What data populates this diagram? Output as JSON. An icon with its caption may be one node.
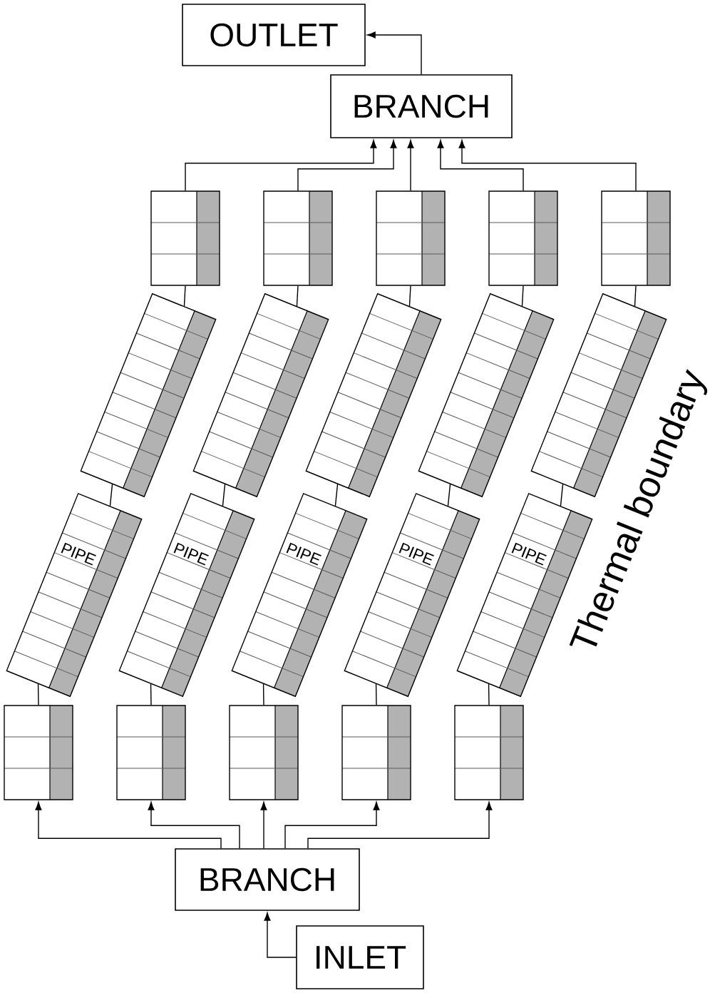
{
  "diagram": {
    "nodes": [
      {
        "text": [
          "OUTLET"
        ]
      },
      {
        "text": [
          "BRANCH"
        ]
      },
      {
        "text": [],
        "shape": "box"
      },
      {
        "text": [],
        "shape": "box"
      },
      {
        "text": [],
        "shape": "box"
      },
      {
        "text": [],
        "shape": "box"
      },
      {
        "text": [],
        "shape": "box"
      },
      {
        "text": [],
        "shape": "box"
      },
      {
        "text": [],
        "shape": "box"
      },
      {
        "text": [],
        "shape": "box"
      },
      {
        "text": [],
        "shape": "box"
      },
      {
        "text": [],
        "shape": "box"
      },
      {
        "text": [
          "PIPE"
        ]
      },
      {
        "text": [
          "PIPE"
        ]
      },
      {
        "text": [
          "PIPE"
        ]
      },
      {
        "text": [
          "PIPE"
        ]
      },
      {
        "text": [
          "PIPE"
        ]
      },
      {
        "text": [],
        "shape": "box"
      },
      {
        "text": [],
        "shape": "box"
      },
      {
        "text": [],
        "shape": "box"
      },
      {
        "text": [],
        "shape": "box"
      },
      {
        "text": [],
        "shape": "box"
      },
      {
        "text": [
          "BRANCH"
        ]
      },
      {
        "text": [
          "INLET"
        ]
      }
    ],
    "edges": [
      {
        "from": 1,
        "to": 0,
        "arrow": "to"
      },
      {
        "from": 2,
        "to": 1,
        "arrow": "to"
      },
      {
        "from": 3,
        "to": 1,
        "arrow": "to"
      },
      {
        "from": 4,
        "to": 1,
        "arrow": "to"
      },
      {
        "from": 5,
        "to": 1,
        "arrow": "to"
      },
      {
        "from": 6,
        "to": 1,
        "arrow": "to"
      },
      {
        "from": 7,
        "to": 2,
        "arrow": "none"
      },
      {
        "from": 8,
        "to": 3,
        "arrow": "none"
      },
      {
        "from": 9,
        "to": 4,
        "arrow": "none"
      },
      {
        "from": 10,
        "to": 5,
        "arrow": "none"
      },
      {
        "from": 11,
        "to": 6,
        "arrow": "none"
      },
      {
        "from": 12,
        "to": 7,
        "arrow": "none"
      },
      {
        "from": 13,
        "to": 8,
        "arrow": "none"
      },
      {
        "from": 14,
        "to": 9,
        "arrow": "none"
      },
      {
        "from": 15,
        "to": 10,
        "arrow": "none"
      },
      {
        "from": 16,
        "to": 11,
        "arrow": "none"
      },
      {
        "from": 17,
        "to": 12,
        "arrow": "none"
      },
      {
        "from": 18,
        "to": 13,
        "arrow": "none"
      },
      {
        "from": 19,
        "to": 14,
        "arrow": "none"
      },
      {
        "from": 20,
        "to": 15,
        "arrow": "none"
      },
      {
        "from": 21,
        "to": 16,
        "arrow": "none"
      },
      {
        "from": 22,
        "to": 17,
        "arrow": "to"
      },
      {
        "from": 22,
        "to": 18,
        "arrow": "to"
      },
      {
        "from": 22,
        "to": 19,
        "arrow": "to"
      },
      {
        "from": 22,
        "to": 20,
        "arrow": "to"
      },
      {
        "from": 22,
        "to": 21,
        "arrow": "to"
      },
      {
        "from": 23,
        "to": 22,
        "arrow": "to"
      }
    ],
    "labels": [
      "Thermal boundary"
    ]
  }
}
